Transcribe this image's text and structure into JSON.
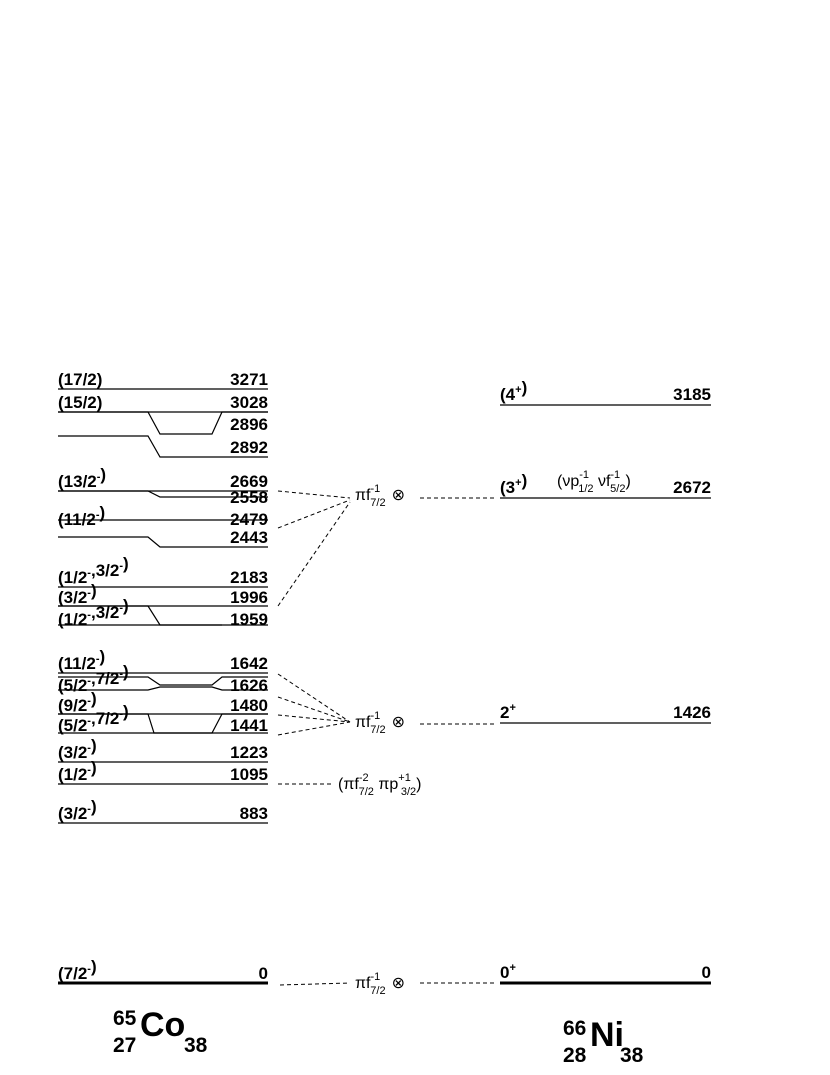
{
  "nuclei": {
    "co": {
      "mass": "65",
      "z": "27",
      "n": "38",
      "symbol": "Co",
      "levels": [
        {
          "label": "(17/2)",
          "energy": "3271"
        },
        {
          "label": "(15/2)",
          "energy": "3028"
        },
        {
          "label": "",
          "energy": "2896"
        },
        {
          "label": "",
          "energy": "2892"
        },
        {
          "label": "(13/2-)",
          "energy": "2669"
        },
        {
          "label": "",
          "energy": "2558"
        },
        {
          "label": "(11/2-)",
          "energy": "2479"
        },
        {
          "label": "",
          "energy": "2443"
        },
        {
          "label": "(1/2-,3/2-)",
          "energy": "2183"
        },
        {
          "label": "(3/2-)",
          "energy": "1996"
        },
        {
          "label": "(1/2-,3/2-)",
          "energy": "1959"
        },
        {
          "label": "(11/2-)",
          "energy": "1642"
        },
        {
          "label": "(5/2-,7/2-)",
          "energy": "1626"
        },
        {
          "label": "(9/2-)",
          "energy": "1480"
        },
        {
          "label": "(5/2-,7/2-)",
          "energy": "1441"
        },
        {
          "label": "(3/2-)",
          "energy": "1223"
        },
        {
          "label": "(1/2-)",
          "energy": "1095"
        },
        {
          "label": "(3/2-)",
          "energy": "883"
        },
        {
          "label": "(7/2-)",
          "energy": "0"
        }
      ]
    },
    "ni": {
      "mass": "66",
      "z": "28",
      "n": "38",
      "symbol": "Ni",
      "levels": [
        {
          "label": "(4+)",
          "energy": "3185"
        },
        {
          "label": "(3+)",
          "energy": "2672"
        },
        {
          "label": "2+",
          "energy": "1426"
        },
        {
          "label": "0+",
          "energy": "0"
        }
      ]
    }
  },
  "couplings": {
    "pi_f": "πf",
    "sup_minus1": "-1",
    "sub_72": "7/2",
    "otimes": "⊗",
    "nu_config": {
      "open": "(νp",
      "sup1": "-1",
      "sub1": "1/2",
      "mid": " νf",
      "sup2": "-1",
      "sub2": "5/2",
      "close": ")"
    },
    "pi_config": {
      "open": "(πf",
      "sup1": "-2",
      "sub1": "7/2",
      "mid": " πp",
      "sup2": "+1",
      "sub2": "3/2",
      "close": ")"
    }
  }
}
